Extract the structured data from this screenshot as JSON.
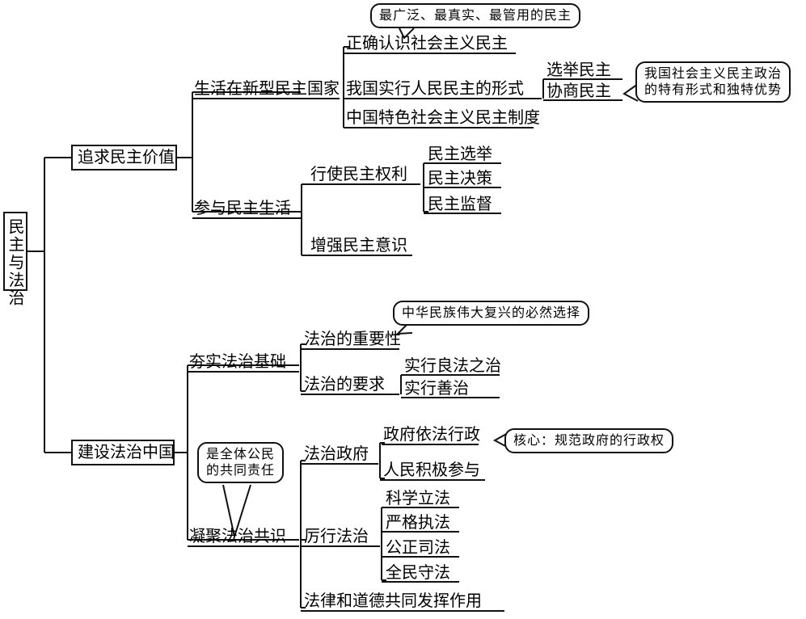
{
  "diagram": {
    "title": "民主与法治 思维导图",
    "root": {
      "label": "民主与法治"
    },
    "branches": [
      {
        "label": "追求民主价值",
        "children": [
          {
            "label": "生活在新型民主国家",
            "children": [
              {
                "label": "正确认识社会主义民主",
                "callout": "最广泛、最真实、最管用的民主"
              },
              {
                "label": "我国实行人民民主的形式",
                "children": [
                  {
                    "label": "选举民主"
                  },
                  {
                    "label": "协商民主",
                    "callout": "我国社会主义民主政治\n的特有形式和独特优势"
                  }
                ]
              },
              {
                "label": "中国特色社会主义民主制度"
              }
            ]
          },
          {
            "label": "参与民主生活",
            "children": [
              {
                "label": "行使民主权利",
                "children": [
                  {
                    "label": "民主选举"
                  },
                  {
                    "label": "民主决策"
                  },
                  {
                    "label": "民主监督"
                  }
                ]
              },
              {
                "label": "增强民主意识"
              }
            ]
          }
        ]
      },
      {
        "label": "建设法治中国",
        "children": [
          {
            "label": "夯实法治基础",
            "children": [
              {
                "label": "法治的重要性",
                "callout": "中华民族伟大复兴的必然选择"
              },
              {
                "label": "法治的要求",
                "children": [
                  {
                    "label": "实行良法之治"
                  },
                  {
                    "label": "实行善治"
                  }
                ]
              }
            ]
          },
          {
            "label": "凝聚法治共识",
            "callout": "是全体公民\n的共同责任",
            "children": [
              {
                "label": "法治政府",
                "children": [
                  {
                    "label": "政府依法行政",
                    "callout": "核心：规范政府的行政权"
                  },
                  {
                    "label": "人民积极参与"
                  }
                ]
              },
              {
                "label": "厉行法治",
                "children": [
                  {
                    "label": "科学立法"
                  },
                  {
                    "label": "严格执法"
                  },
                  {
                    "label": "公正司法"
                  },
                  {
                    "label": "全民守法"
                  }
                ]
              },
              {
                "label": "法律和道德共同发挥作用"
              }
            ]
          }
        ]
      }
    ],
    "flat": {
      "root": "民主与法治",
      "b1": "追求民主价值",
      "b2": "建设法治中国",
      "c1": "生活在新型民主国家",
      "c2": "参与民主生活",
      "c3": "夯实法治基础",
      "c4": "凝聚法治共识",
      "d1": "正确认识社会主义民主",
      "d2": "我国实行人民民主的形式",
      "d3": "中国特色社会主义民主制度",
      "d4": "行使民主权利",
      "d5": "增强民主意识",
      "d6": "法治的重要性",
      "d7": "法治的要求",
      "d8": "法治政府",
      "d9": "厉行法治",
      "d10": "法律和道德共同发挥作用",
      "e1": "选举民主",
      "e2": "协商民主",
      "e3": "民主选举",
      "e4": "民主决策",
      "e5": "民主监督",
      "e6": "实行良法之治",
      "e7": "实行善治",
      "e8": "政府依法行政",
      "e9": "人民积极参与",
      "e10": "科学立法",
      "e11": "严格执法",
      "e12": "公正司法",
      "e13": "全民守法",
      "k1": "最广泛、最真实、最管用的民主",
      "k2": "我国社会主义民主政治\n的特有形式和独特优势",
      "k3": "中华民族伟大复兴的必然选择",
      "k4": "核心：规范政府的行政权",
      "k5": "是全体公民\n的共同责任"
    }
  },
  "style": {
    "line_color": "#111111",
    "text_color": "#000000",
    "background": "#ffffff"
  }
}
